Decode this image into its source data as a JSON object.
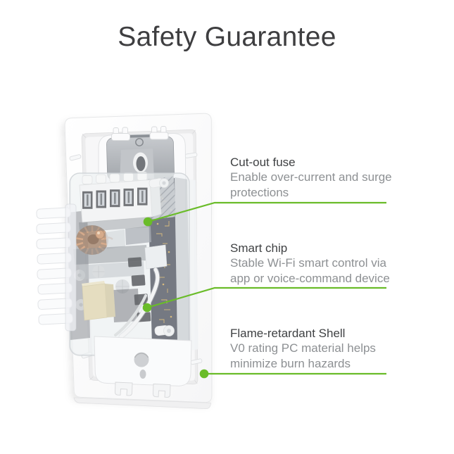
{
  "title": "Safety Guarantee",
  "colors": {
    "background": "#ffffff",
    "accent_green": "#6abc29",
    "title_text": "#3e3e40",
    "heading_text": "#3f4143",
    "body_text": "#8d9093",
    "copper": "#b5764a",
    "pcb_dark": "#3e4250",
    "gold_trace": "#d2a64a",
    "metal_gray": "#a9adb2",
    "relay_beige": "#ded2a8"
  },
  "annotations": [
    {
      "title": "Cut-out fuse",
      "lines": [
        "Enable over-current and surge",
        "protections"
      ]
    },
    {
      "title": "Smart chip",
      "lines": [
        "Stable Wi-Fi smart control via",
        "app or voice-command device"
      ]
    },
    {
      "title": "Flame-retardant Shell",
      "lines": [
        "V0 rating PC material helps",
        "minimize burn hazards"
      ]
    }
  ],
  "device": {
    "label": "smart-wifi-wall-switch-transparent-view"
  }
}
